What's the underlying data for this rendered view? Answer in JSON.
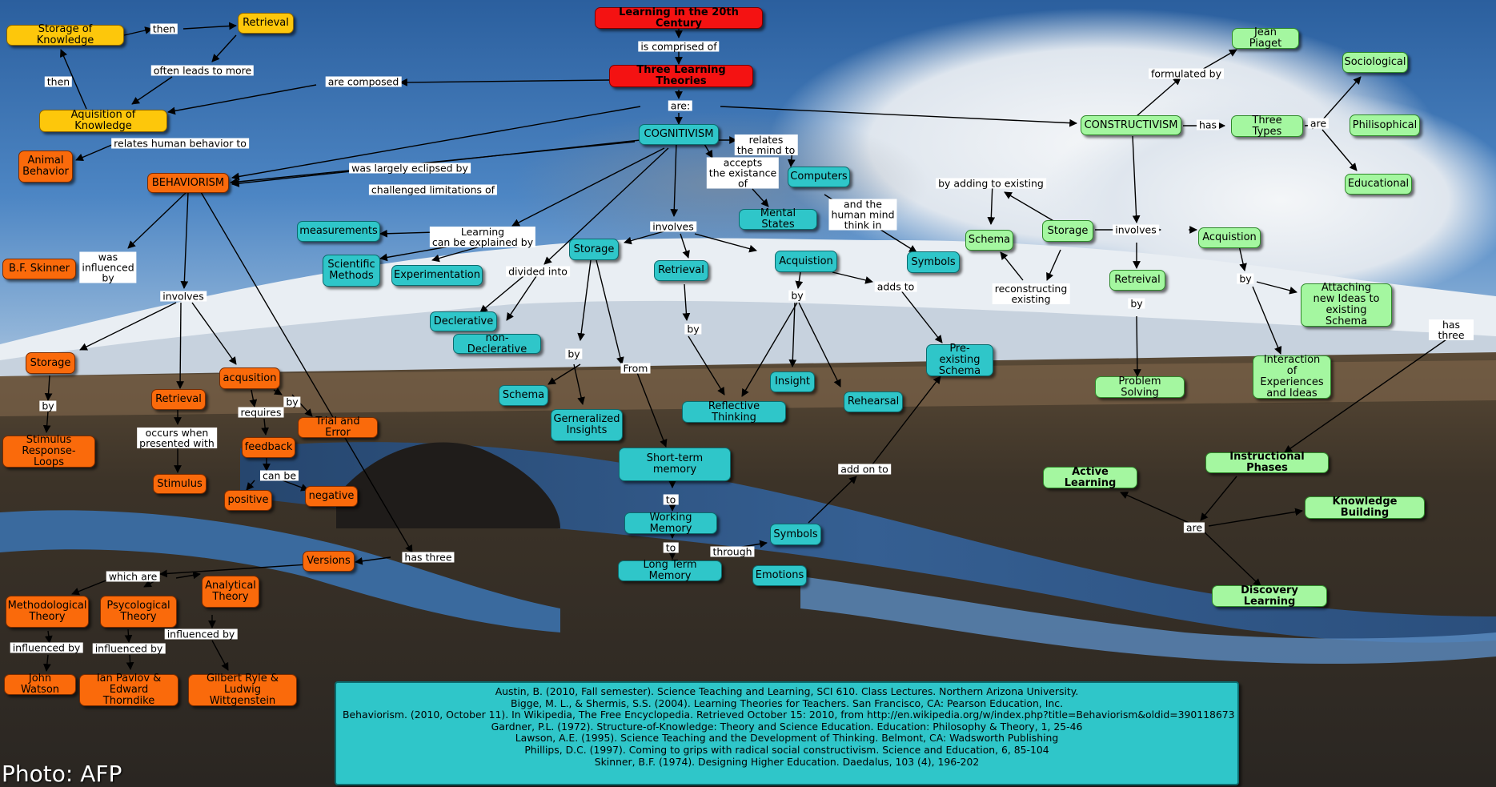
{
  "colors": {
    "red": "#f41212",
    "yellow": "#fdc70b",
    "orange": "#fa6a0b",
    "teal": "#2fc6c9",
    "green": "#a4f7a0"
  },
  "nodes": {
    "title": "Learning in the 20th Century",
    "three_theories": "Three Learning Theories",
    "storage_knowledge": "Storage of Knowledge",
    "retrieval_top": "Retrieval",
    "aquisition_knowledge": "Aquisition of Knowledge",
    "animal_behavior": "Animal\nBehavior",
    "behaviorism": "BEHAVIORISM",
    "bf_skinner": "B.F. Skinner",
    "b_storage": "Storage",
    "b_retrieval": "Retrieval",
    "b_acqusition": "acqusition",
    "stimulus_loops": "Stimulus\nResponse- Loops",
    "stimulus": "Stimulus",
    "trial_error": "Trial and Error",
    "feedback": "feedback",
    "positive": "positive",
    "negative": "negative",
    "versions": "Versions",
    "methodological": "Methodological\nTheory",
    "psycological": "Psycological\nTheory",
    "analytical": "Analytical\nTheory",
    "john_watson": "John Watson",
    "pavlov": "Ian Pavlov &\nEdward Thorndike",
    "ryle": "Gilbert Ryle &\nLudwig Wittgenstein",
    "cognitivism": "COGNITIVISM",
    "measurements": "measurements",
    "scientific_methods": "Scientific\nMethods",
    "experimentation": "Experimentation",
    "c_storage": "Storage",
    "declerative": "Declerative",
    "non_declerative": "non-Declerative",
    "c_schema": "Schema",
    "generalized": "Gerneralized\nInsights",
    "stm": "Short-term memory",
    "working_memory": "Working Memory",
    "ltm": "Long Term Memory",
    "c_symbols_low": "Symbols",
    "emotions": "Emotions",
    "c_retrieval": "Retrieval",
    "reflective": "Reflective Thinking",
    "c_acquistion": "Acquistion",
    "insight": "Insight",
    "rehearsal": "Rehearsal",
    "preexisting": "Pre-existing\nSchema",
    "computers": "Computers",
    "mental_states": "Mental States",
    "c_symbols_top": "Symbols",
    "constructivism": "CONSTRUCTIVISM",
    "jean_piaget": "Jean Piaget",
    "three_types": "Three Types",
    "sociological": "Sociological",
    "philisophical": "Philisophical",
    "educational": "Educational",
    "k_schema": "Schema",
    "k_storage": "Storage",
    "k_retreival": "Retreival",
    "problem_solving": "Problem Solving",
    "k_acquistion": "Acquistion",
    "attaching": "Attaching\nnew Ideas to\nexisting Schema",
    "interaction": "Interaction of\nExperiences\nand Ideas",
    "instructional": "Instructional Phases",
    "active": "Active Learning",
    "knowledge_building": "Knowledge Building",
    "discovery": "Discovery Learning"
  },
  "labels": {
    "then_top": "then",
    "then_left": "then",
    "often_leads": "often leads to more",
    "are_composed": "are composed",
    "is_comprised": "is comprised of",
    "are_top": "are:",
    "relates_human": "relates human behavior to",
    "largely_eclipsed": "was largely eclipsed by",
    "challenged": "challenged limitations of",
    "was_influenced": "was\ninfluenced\nby",
    "b_involves": "involves",
    "b_by": "by",
    "occurs_when": "occurs when\npresented with",
    "requires": "requires",
    "acq_by": "by",
    "can_be": "can be",
    "has_three_b": "has three",
    "which_are": "which are",
    "influenced_by_1": "influenced by",
    "influenced_by_2": "influenced by",
    "influenced_by_3": "influenced by",
    "learning_explained": "Learning\ncan be explained by",
    "c_involves": "involves",
    "divided_into": "divided into",
    "st_by": "by",
    "from": "From",
    "to_1": "to",
    "to_2": "to",
    "through": "through",
    "add_on_to": "add on to",
    "r_by": "by",
    "a_by": "by",
    "adds_to": "adds to",
    "relates_mind": "relates\nthe mind to",
    "accepts": "accepts\nthe existance\nof",
    "human_mind": "and the\nhuman mind\nthink in",
    "formulated_by": "formulated by",
    "has": "has",
    "are_types": "are",
    "by_adding": "by adding to existing",
    "reconstructing": "reconstructing\nexisting",
    "k_involves": "involves",
    "kr_by": "by",
    "ka_by": "by",
    "has_three_k": "has three",
    "are_phases": "are"
  },
  "references": [
    "Austin, B. (2010, Fall semester). Science Teaching and Learning, SCI 610. Class Lectures. Northern Arizona University.",
    "Bigge, M. L., & Shermis, S.S. (2004). Learning Theories for Teachers. San Francisco, CA: Pearson Education, Inc.",
    "Behaviorism. (2010, October 11). In Wikipedia, The Free Encyclopedia. Retrieved October 15: 2010, from http://en.wikipedia.org/w/index.php?title=Behaviorism&oldid=390118673",
    "Gardner, P.L. (1972). Structure-of-Knowledge: Theory and Science Education. Education: Philosophy & Theory, 1, 25-46",
    "Lawson, A.E. (1995). Science Teaching and the Development of Thinking. Belmont, CA: Wadsworth Publishing",
    "Phillips, D.C. (1997). Coming to grips with radical social constructivism. Science and Education, 6, 85-104",
    "Skinner, B.F. (1974). Designing Higher Education. Daedalus, 103 (4), 196-202"
  ],
  "photo_credit": "Photo: AFP"
}
